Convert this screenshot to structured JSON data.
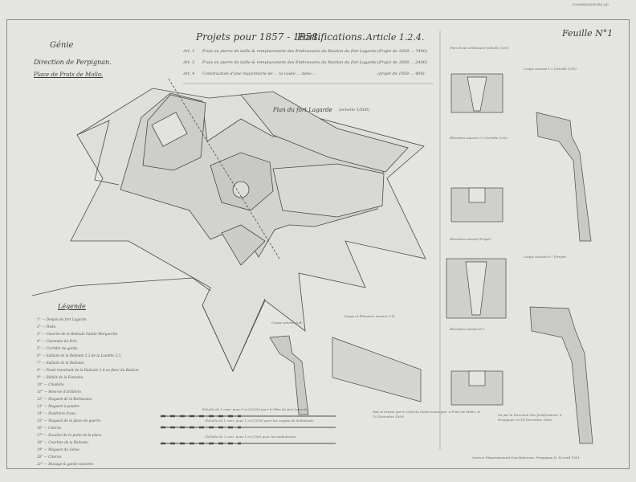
{
  "header": {
    "archive_stamp": "CONSERVATEURS AD",
    "project_title": "Projets pour 1857 - 1858.",
    "section_title": "Fortifications.",
    "article": "Article 1.2.4.",
    "sheet_label": "Feuille N°1"
  },
  "left_title": {
    "line1": "Génie",
    "line2": "Direction de Perpignan.",
    "line3": "Place de Prats de Mollo."
  },
  "project_lines": [
    {
      "ref": "Art. 1",
      "text": "Frais en pierre de taille & remplacement des Embrasures du Bastion du fort Lagarde .",
      "amount": "(Projet de 1858 ...  7400)"
    },
    {
      "ref": "Art. 2",
      "text": "Frais en pierre de taille & remplacement des Embrasures du Bastion du fort Lagarde .",
      "amount": "(Projet de 1858 ...  2400)"
    },
    {
      "ref": "Art. 4",
      "text": "Construction d'une maçonnerie de ... la voûte ... dans ...",
      "amount": "(projet de 1858 ...  400)"
    }
  ],
  "plan": {
    "title": "Plan du fort Lagarde",
    "scale": "(échelle 1/500)"
  },
  "right_titles": {
    "plan_embrasure": "Plan d'une embrasure (échelle 1/50)",
    "elevation_1": "Élévation suivant 2-3 (échelle 1/50)",
    "elevation_2": "Élévation suivant (Projet)",
    "elevation_3": "Élévation suivant 4-5",
    "coupe_1": "Coupe suivant 1-2 (échelle 1/50)",
    "coupe_2": "Coupe suivant 6-7 (Projet)",
    "coupe_center": "Coupe suivant A.B.",
    "coupe_elevation": "Coupe et Élévation suivant C.D."
  },
  "legend": {
    "title": "Légende",
    "items": [
      "1° — Donjon du fort Lagarde.",
      "2° — Poste.",
      "3° — Caserne de la Redoute Sainte-Marguerite.",
      "4° — Casemate du Fort.",
      "5° — Corridor de garde.",
      "6° — Saillant de la Redoute 2.3 de la Lunette 2.3.",
      "7° — Saillant de la Redoute.",
      "8° — Fossé tranchant de la Redoute 2.4 au flanc du Bastion.",
      "9° — Réduit de la Fontaine.",
      "10° — Citadelle.",
      "11° — Réserve d'artillerie.",
      "12° — Magasin de la Barbacane.",
      "13° — Magasin à poudre.",
      "14° — Poudrière d'eau.",
      "15° — Magasin de la place de guerre.",
      "16° — Citerne.",
      "17° — Escalier de la porte de la place.",
      "18° — Courtine de la Redoute.",
      "19° — Magasin du Génie.",
      "20° — Citerne.",
      "21° — Passage & garde-couverte."
    ]
  },
  "scales": [
    {
      "label": "Échelle de 1 cent. pour 5 m (1/500) pour le Plan du fort Lagarde."
    },
    {
      "label": "Échelle de 1 cent. pour 1 m (1/100) pour les coupes de la Redoute."
    },
    {
      "label": "Échelle de 2 cent. pour 1 m (1/50) pour les embrasures."
    }
  ],
  "signatures": {
    "left_text": "Fait et dressé par le Chef du Génie soussigné, à Prats de Mollo, le 10 Décembre 1856.",
    "right_text": "Vu par le Directeur des fortifications, à Perpignan, le 18 Décembre 1856."
  },
  "footer": {
    "stamp": "Service Départemental d'Architecture, Perpignan le 10 avril 1861"
  },
  "style": {
    "ink": "#3a3a3a",
    "paper": "#e4e4e0",
    "wash": "#c8c8c4"
  }
}
